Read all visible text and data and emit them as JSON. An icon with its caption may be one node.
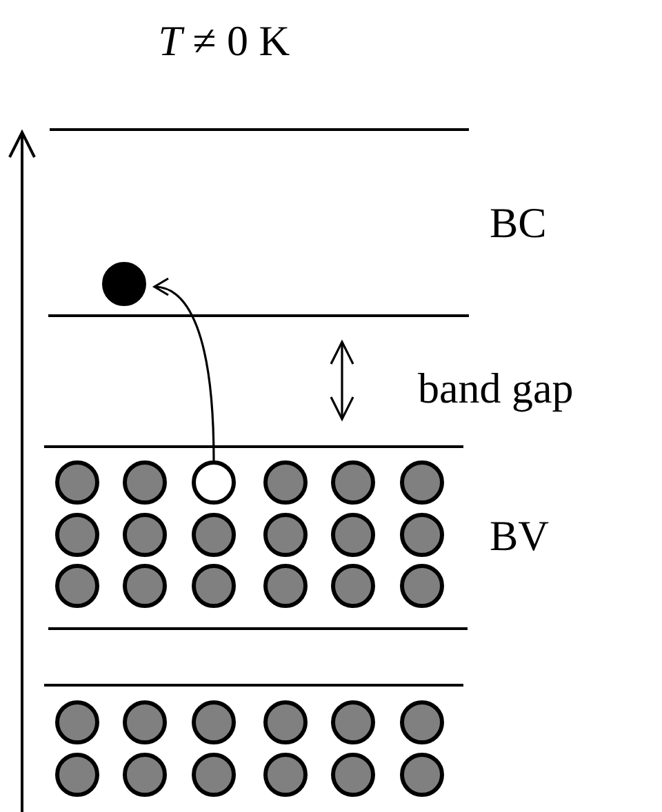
{
  "diagram": {
    "title": "*T* ≠ 0 K",
    "nodes": [
      {
        "text": [],
        "shape": "circle"
      },
      {
        "text": [],
        "shape": "circle"
      }
    ],
    "edges": [
      {
        "from": 1,
        "to": 0,
        "arrow": "to"
      }
    ],
    "labels": [
      "BC",
      "band gap",
      "BV"
    ]
  }
}
